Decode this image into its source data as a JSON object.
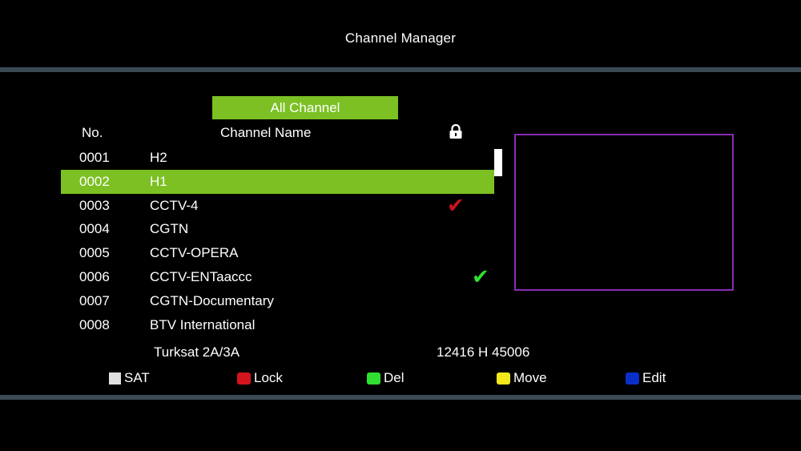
{
  "header": {
    "title": "Channel Manager"
  },
  "group_tab": {
    "label": "All Channel"
  },
  "columns": {
    "no": "No.",
    "name": "Channel Name",
    "lock_icon": "lock-icon"
  },
  "channels": [
    {
      "no": "0001",
      "name": "H2",
      "locked": false,
      "deleted": false
    },
    {
      "no": "0002",
      "name": "H1",
      "locked": false,
      "deleted": false,
      "selected": true
    },
    {
      "no": "0003",
      "name": "CCTV-4",
      "lock_mark": "✔"
    },
    {
      "no": "0004",
      "name": "CGTN"
    },
    {
      "no": "0005",
      "name": "CCTV-OPERA"
    },
    {
      "no": "0006",
      "name": "CCTV-ENTaaccc",
      "del_mark": "✔"
    },
    {
      "no": "0007",
      "name": "CGTN-Documentary"
    },
    {
      "no": "0008",
      "name": "BTV International"
    }
  ],
  "info": {
    "satellite": "Turksat 2A/3A",
    "transponder": "12416 H 45006"
  },
  "legend": {
    "sat": {
      "label": "SAT",
      "color": "#e0e0e0"
    },
    "lock": {
      "label": "Lock",
      "color": "#d4141e"
    },
    "del": {
      "label": "Del",
      "color": "#30e030"
    },
    "move": {
      "label": "Move",
      "color": "#f2e81c"
    },
    "edit": {
      "label": "Edit",
      "color": "#0a2fc8"
    }
  },
  "colors": {
    "accent": "#7cc024",
    "bar": "#3b4a55",
    "preview_border": "#8a2bb5"
  }
}
